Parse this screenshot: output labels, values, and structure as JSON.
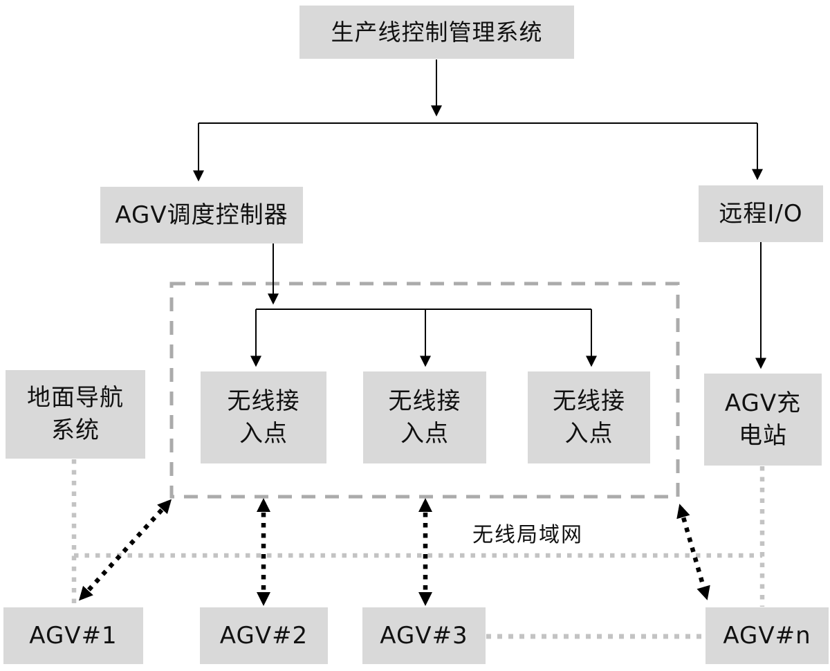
{
  "nodes": {
    "production_system": {
      "label": "生产线控制管理系统"
    },
    "agv_controller": {
      "label": "AGV调度控制器"
    },
    "remote_io": {
      "label": "远程I/O"
    },
    "ground_nav": {
      "label": "地面导航\n系统"
    },
    "ap1": {
      "label": "无线接\n入点"
    },
    "ap2": {
      "label": "无线接\n入点"
    },
    "ap3": {
      "label": "无线接\n入点"
    },
    "charging_station": {
      "label": "AGV充\n电站"
    },
    "agv1": {
      "label": "AGV#1"
    },
    "agv2": {
      "label": "AGV#2"
    },
    "agv3": {
      "label": "AGV#3"
    },
    "agvn": {
      "label": "AGV#n"
    }
  },
  "labels": {
    "wlan": "无线局域网"
  },
  "colors": {
    "node_fill": "#d9d9d9",
    "solid_line": "#000000",
    "dashed_zone": "#ababab",
    "dotted_gray": "#c3c3c3",
    "dotted_black": "#000000"
  }
}
